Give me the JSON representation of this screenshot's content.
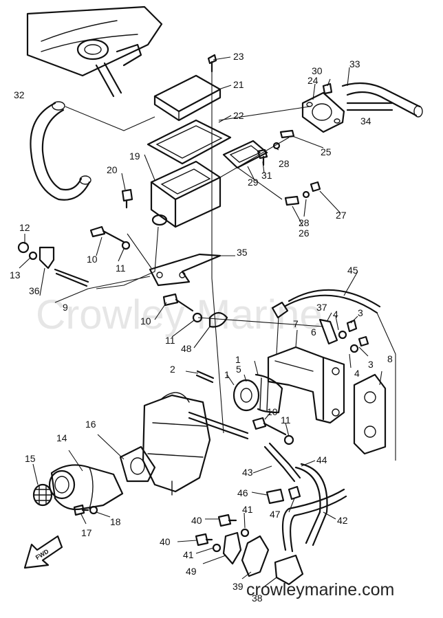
{
  "diagram": {
    "watermark": "Crowley Marine",
    "footer": "crowleymarine.com",
    "fwd_label": "FWD",
    "callouts": [
      "1",
      "1",
      "2",
      "3",
      "3",
      "4",
      "4",
      "5",
      "6",
      "7",
      "8",
      "9",
      "10",
      "10",
      "10",
      "11",
      "11",
      "11",
      "12",
      "13",
      "14",
      "15",
      "16",
      "17",
      "18",
      "19",
      "20",
      "21",
      "22",
      "23",
      "24",
      "25",
      "26",
      "27",
      "28",
      "28",
      "29",
      "30",
      "31",
      "32",
      "33",
      "34",
      "35",
      "36",
      "37",
      "38",
      "39",
      "40",
      "40",
      "41",
      "41",
      "42",
      "43",
      "44",
      "45",
      "46",
      "47",
      "48",
      "49"
    ]
  }
}
